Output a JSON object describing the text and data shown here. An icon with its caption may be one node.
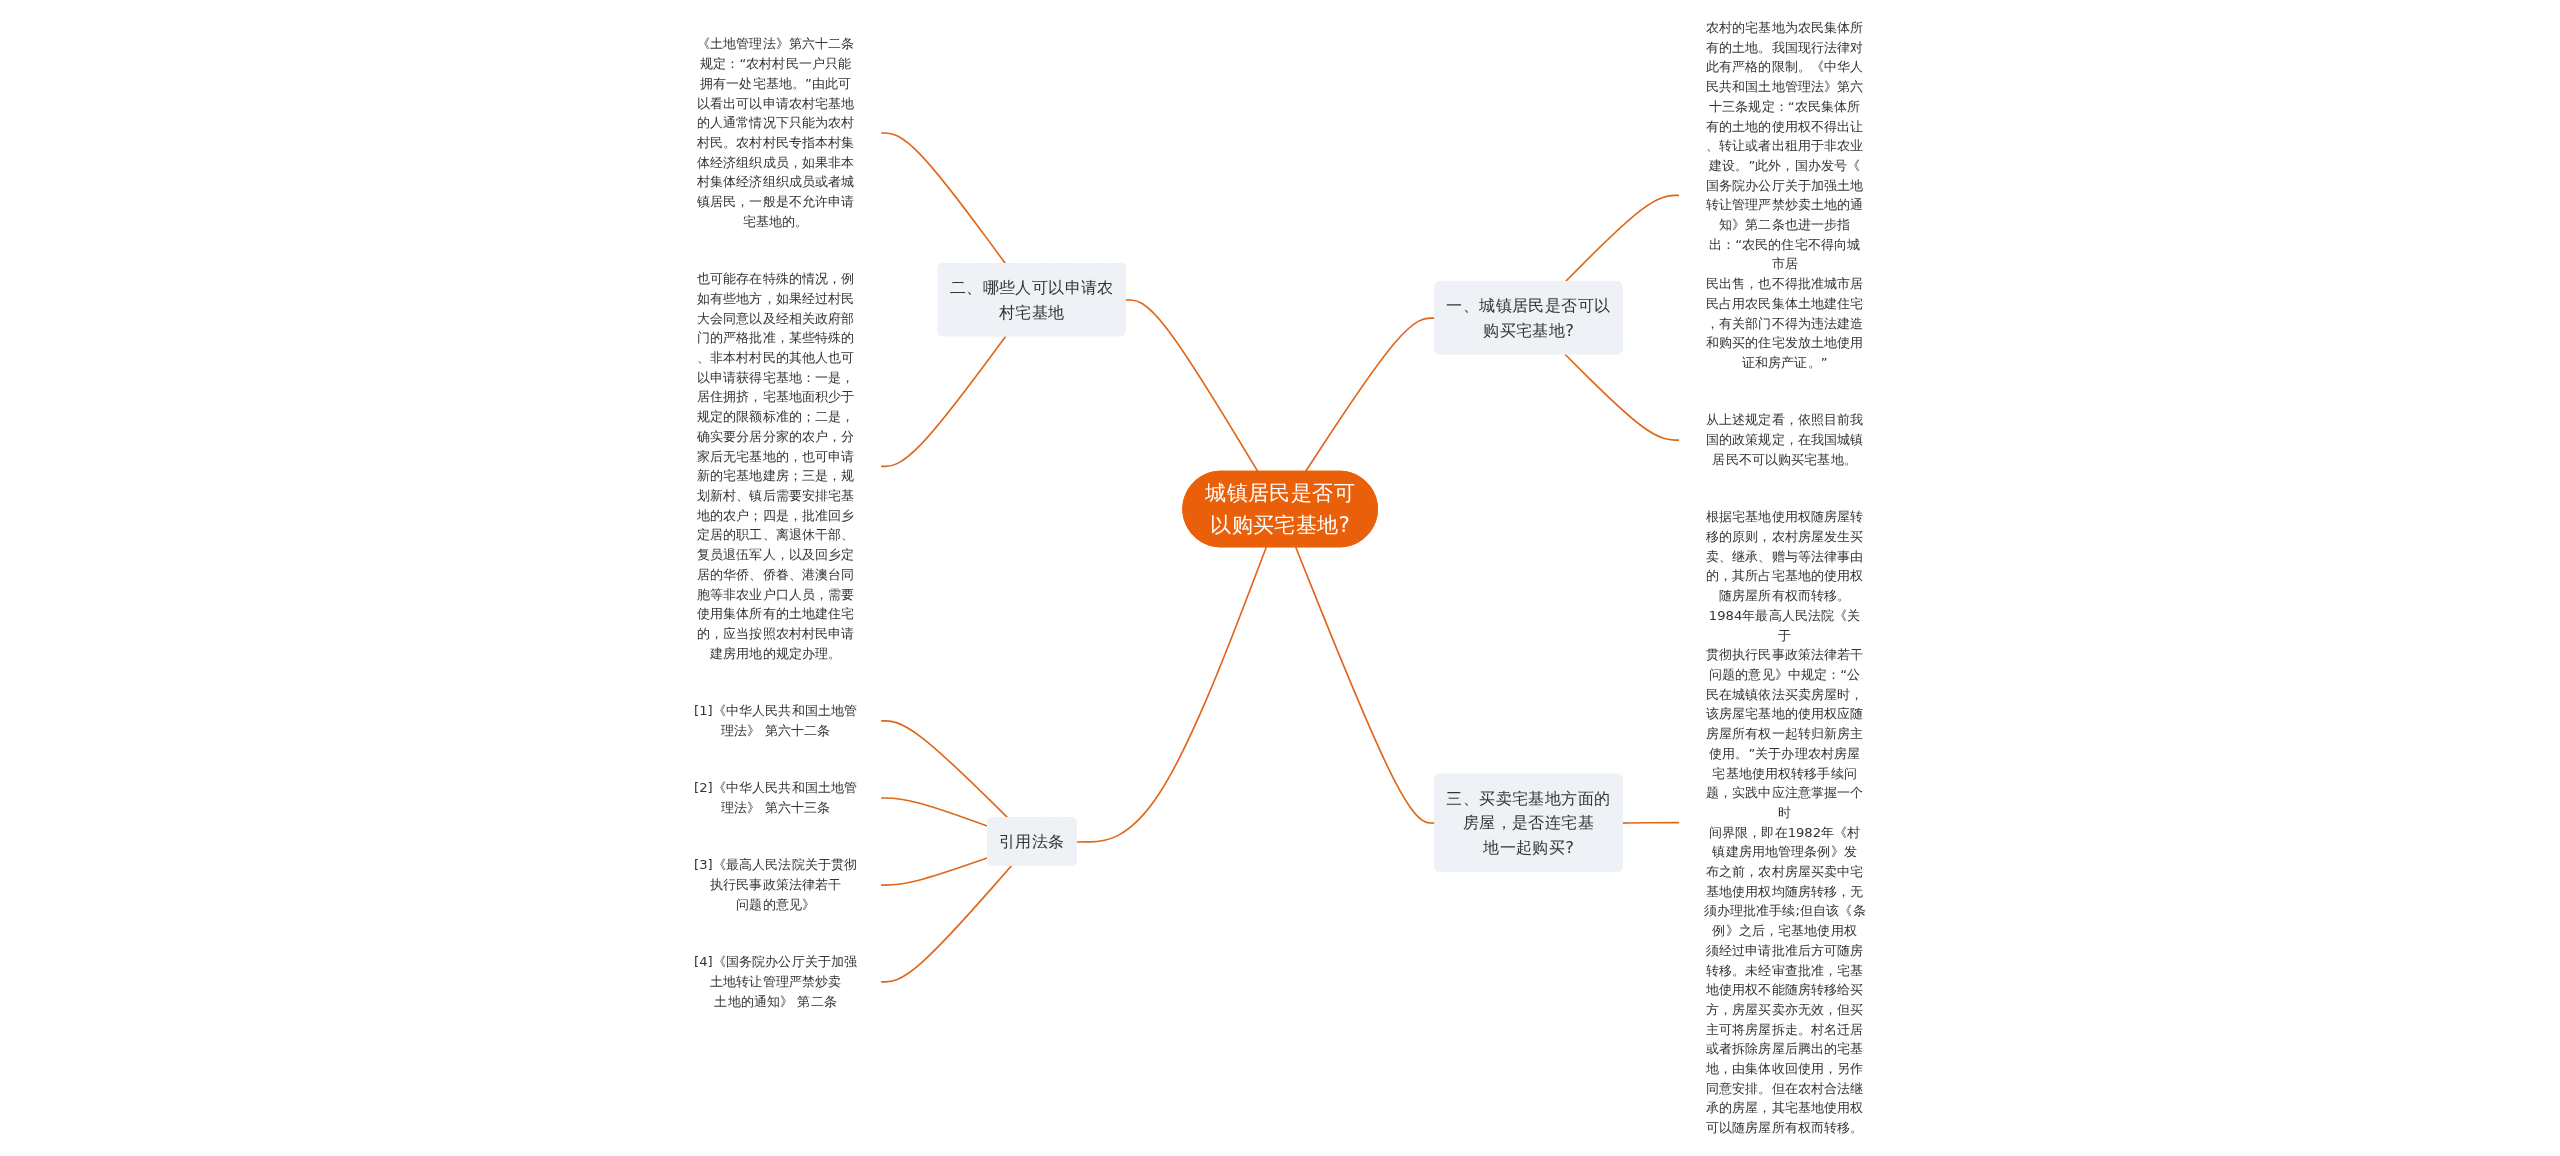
{
  "diagram": {
    "nodes": [
      {
        "text": [
          "城镇居民是否可以购买宅基地?"
        ]
      },
      {
        "text": [
          "一、城镇居民是否可以购买宅基地?"
        ]
      },
      {
        "text": [
          "农村的宅基地为农民集体所有的土地。我国现行法律对此有严格的限制。《中华人民共和国土地管理法》第六十三条规定：“农民集体所有的土地的使用权不得出让、转让或者出租用于非农业建设。”此外，国办发号《国务院办公厅关于加强土地转让管理严禁炒卖土地的通知》第二条也进一步指出：“农民的住宅不得向城市居民出售，也不得批准城市居民占用农民集体土地建住宅，有关部门不得为违法建造和购买的住宅发放土地使用证和房产证。”"
        ]
      },
      {
        "text": [
          "从上述规定看，依照目前我国的政策规定，在我国城镇居民不可以购买宅基地。"
        ]
      },
      {
        "text": [
          "三、买卖宅基地方面的房屋，是否连宅基地一起购买?"
        ]
      },
      {
        "text": [
          "根据宅基地使用权随房屋转移的原则，农村房屋发生买卖、继承、赠与等法律事由的，其所占宅基地的使用权随房屋所有权而转移。1984年最高人民法院《关于贯彻执行民事政策法律若干问题的意见》中规定：“公民在城镇依法买卖房屋时，该房屋宅基地的使用权应随房屋所有权一起转归新房主使用。”关于办理农村房屋宅基地使用权转移手续问题，实践中应注意掌握一个时间界限，即在1982年《村镇建房用地管理条例》发布之前，农村房屋买卖中宅基地使用权均随房转移，无须办理批准手续;但自该《条例》之后，宅基地使用权须经过申请批准后方可随房转移。未经审查批准，宅基地使用权不能随房转移给买方，房屋买卖亦无效，但买主可将房屋拆走。村名迁居或者拆除房屋后腾出的宅基地，由集体收回使用，另作同意安排。但在农村合法继承的房屋，其宅基地使用权可以随房屋所有权而转移。"
        ]
      },
      {
        "text": [
          "二、哪些人可以申请农村宅基地"
        ]
      },
      {
        "text": [
          "《土地管理法》第六十二条规定：“农村村民一户只能拥有一处宅基地。”由此可以看出可以申请农村宅基地的人通常情况下只能为农村村民。农村村民专指本村集体经济组织成员，如果非本村集体经济组织成员或者城镇居民，一般是不允许申请宅基地的。"
        ]
      },
      {
        "text": [
          "也可能存在特殊的情况，例如有些地方，如果经过村民大会同意以及经相关政府部门的严格批准，某些特殊的、非本村村民的其他人也可以申请获得宅基地：一是，居住拥挤，宅基地面积少于规定的限额标准的；二是，确实要分居分家的农户，分家后无宅基地的，也可申请新的宅基地建房；三是，规划新村、镇后需要安排宅基地的农户；四是，批准回乡定居的职工、离退休干部、复员退伍军人，以及回乡定居的华侨、侨眷、港澳台同胞等非农业户口人员，需要使用集体所有的土地建住宅的，应当按照农村村民申请建房用地的规定办理。"
        ]
      },
      {
        "text": [
          "引用法条"
        ]
      },
      {
        "text": [
          "[1]《中华人民共和国土地管理法》 第六十二条"
        ]
      },
      {
        "text": [
          "[2]《中华人民共和国土地管理法》 第六十三条"
        ]
      },
      {
        "text": [
          "[3]《最高人民法院关于贯彻执行民事政策法律若干问题的意见》"
        ]
      },
      {
        "text": [
          "[4]《国务院办公厅关于加强土地转让管理严禁炒卖土地的通知》 第二条"
        ]
      }
    ],
    "edges": [
      {
        "from": 0,
        "to": 1,
        "arrow": "none"
      },
      {
        "from": 1,
        "to": 2,
        "arrow": "none"
      },
      {
        "from": 1,
        "to": 3,
        "arrow": "none"
      },
      {
        "from": 0,
        "to": 4,
        "arrow": "none"
      },
      {
        "from": 4,
        "to": 5,
        "arrow": "none"
      },
      {
        "from": 6,
        "to": 0,
        "arrow": "none"
      },
      {
        "from": 7,
        "to": 6,
        "arrow": "none"
      },
      {
        "from": 8,
        "to": 6,
        "arrow": "none"
      },
      {
        "from": 9,
        "to": 0,
        "arrow": "none"
      },
      {
        "from": 10,
        "to": 9,
        "arrow": "none"
      },
      {
        "from": 11,
        "to": 9,
        "arrow": "none"
      },
      {
        "from": 12,
        "to": 9,
        "arrow": "none"
      },
      {
        "from": 13,
        "to": 9,
        "arrow": "none"
      }
    ]
  }
}
